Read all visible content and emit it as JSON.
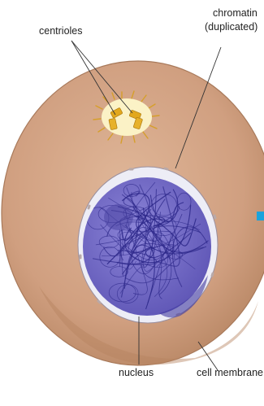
{
  "labels": {
    "centrioles": "centrioles",
    "chromatin_line1": "chromatin",
    "chromatin_line2": "(duplicated)",
    "nucleus": "nucleus",
    "cell_membrane": "cell membrane"
  },
  "colors": {
    "cytoplasm": "#d2a587",
    "cytoplasm_edge": "#a8795a",
    "centrosome": "#fbf2c6",
    "centriole": "#e2a81d",
    "nuclear_envelope": "#ededf6",
    "nucleoplasm": "#6a62c0",
    "chromatin": "#2d288a",
    "marker": "#1aa3dc"
  }
}
